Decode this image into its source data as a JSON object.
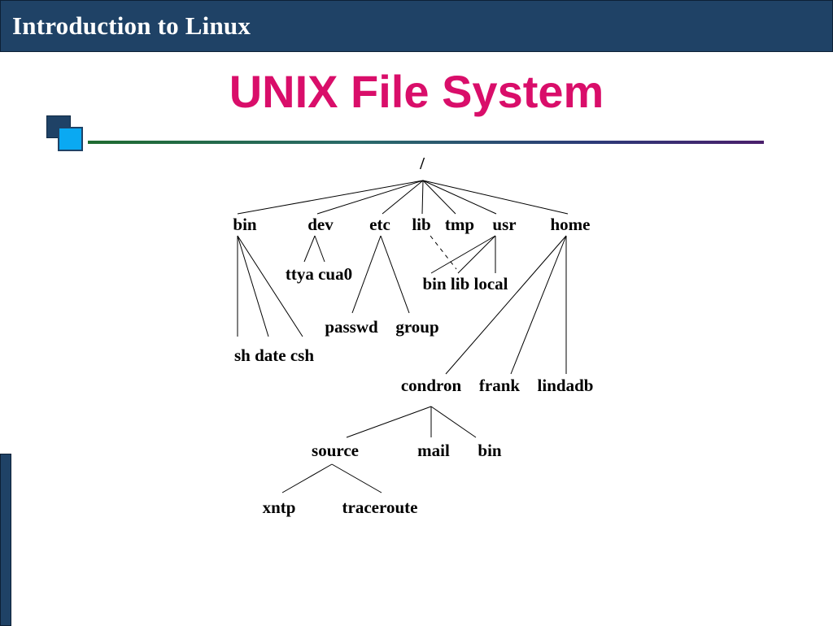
{
  "header": {
    "title": "Introduction to Linux"
  },
  "slide": {
    "title": "UNIX File System"
  },
  "tree": {
    "root": "/",
    "level1": {
      "bin": "bin",
      "dev": "dev",
      "etc": "etc",
      "lib": "lib",
      "tmp": "tmp",
      "usr": "usr",
      "home": "home"
    },
    "bin_children": "sh date csh",
    "dev_children": "ttya cua0",
    "etc_children": {
      "passwd": "passwd",
      "group": "group"
    },
    "usr_children": "bin lib local",
    "home_children": {
      "condron": "condron",
      "frank": "frank",
      "lindadb": "lindadb"
    },
    "condron_children": {
      "source": "source",
      "mail": "mail",
      "bin": "bin"
    },
    "source_children": {
      "xntp": "xntp",
      "traceroute": "traceroute"
    }
  },
  "colors": {
    "header_bg": "#1f4266",
    "title": "#d90e6a",
    "accent_light": "#0aa9f2"
  }
}
